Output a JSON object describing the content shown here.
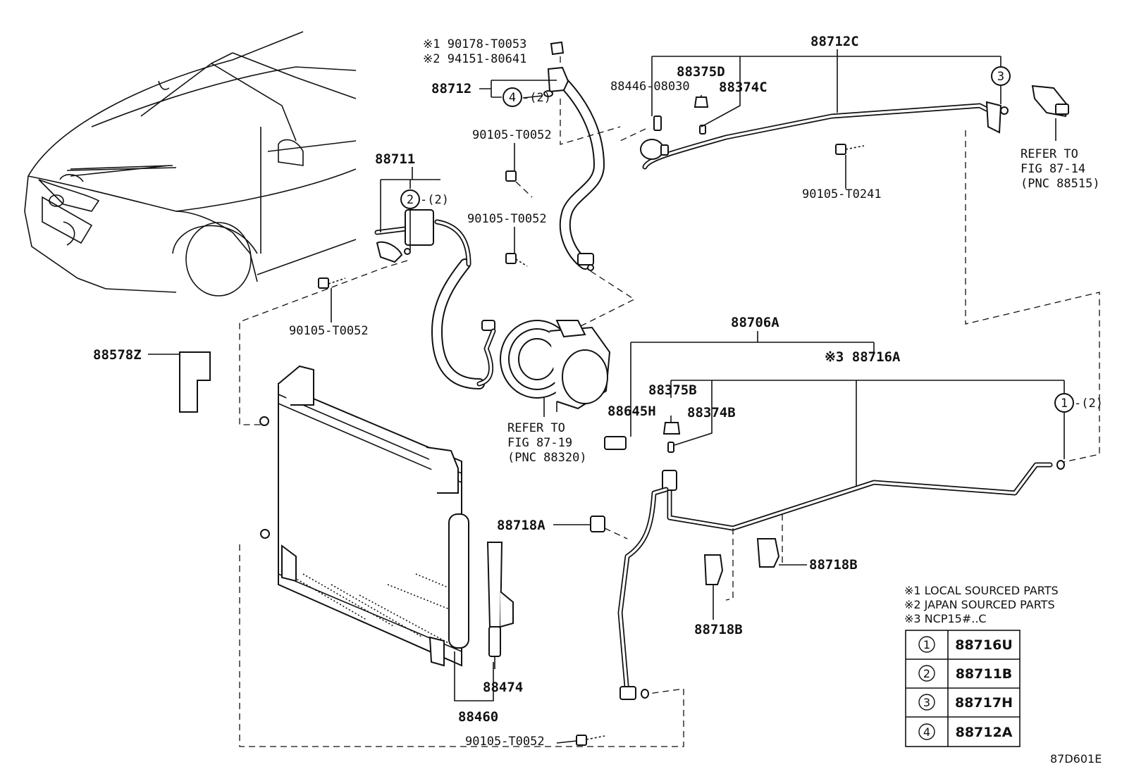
{
  "labels": {
    "note1_pn": "※1 90178-T0053",
    "note2_pn": "※2 94151-80641",
    "p88712": "88712",
    "p88712_qty": "-(2)",
    "p88711": "88711",
    "p88711_qty": "-(2)",
    "p90105_t0052_a": "90105-T0052",
    "p90105_t0052_b": "90105-T0052",
    "p90105_t0052_c": "90105-T0052",
    "p90105_t0052_d": "90105-T0052",
    "p88712c": "88712C",
    "p88375d": "88375D",
    "p88446": "88446-08030",
    "p88374c": "88374C",
    "p90105_t0241": "90105-T0241",
    "refer_8714_1": "REFER TO",
    "refer_8714_2": "FIG 87-14",
    "refer_8714_3": "(PNC 88515)",
    "p88578z": "88578Z",
    "refer_8719_1": "REFER TO",
    "refer_8719_2": "FIG 87-19",
    "refer_8719_3": "(PNC 88320)",
    "p88706a": "88706A",
    "p88716a": "※3 88716A",
    "p88375b": "88375B",
    "p88645h": "88645H",
    "p88374b": "88374B",
    "p1_qty": "-(2)",
    "p88718a": "88718A",
    "p88718b_r": "88718B",
    "p88718b_l": "88718B",
    "p88474": "88474",
    "p88460": "88460",
    "figure_code": "87D601E"
  },
  "callouts": [
    "1",
    "2",
    "3",
    "4"
  ],
  "legend_notes": [
    "※1 LOCAL SOURCED PARTS",
    "※2 JAPAN SOURCED PARTS",
    "※3 NCP15#..C"
  ],
  "ref_table": [
    {
      "key": "1",
      "part": "88716U"
    },
    {
      "key": "2",
      "part": "88711B"
    },
    {
      "key": "3",
      "part": "88717H"
    },
    {
      "key": "4",
      "part": "88712A"
    }
  ]
}
